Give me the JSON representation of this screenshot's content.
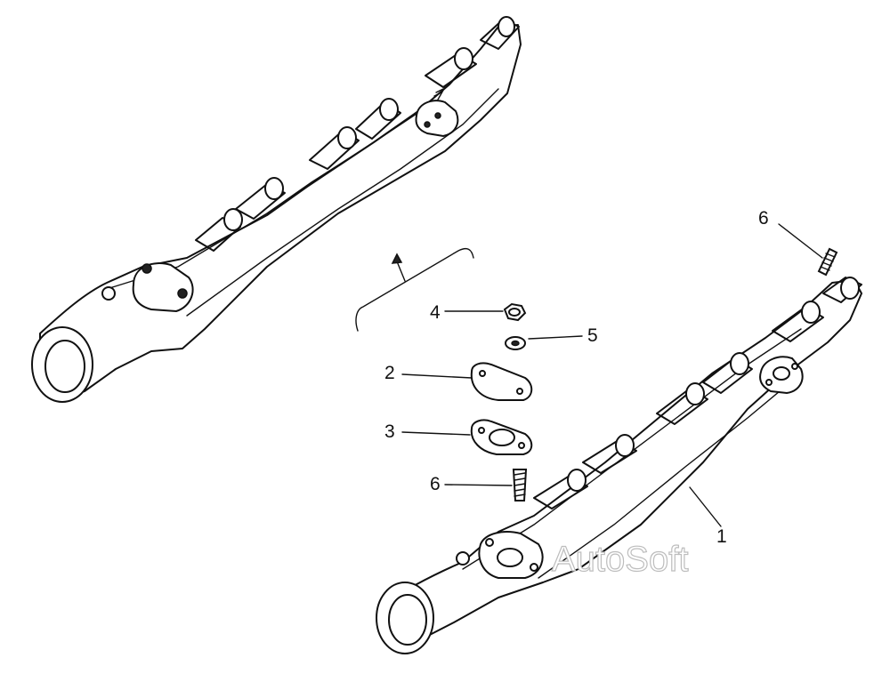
{
  "callouts": {
    "c1": "1",
    "c2": "2",
    "c3": "3",
    "c4": "4",
    "c5": "5",
    "c6a": "6",
    "c6b": "6"
  },
  "watermark": "AutoSoft"
}
